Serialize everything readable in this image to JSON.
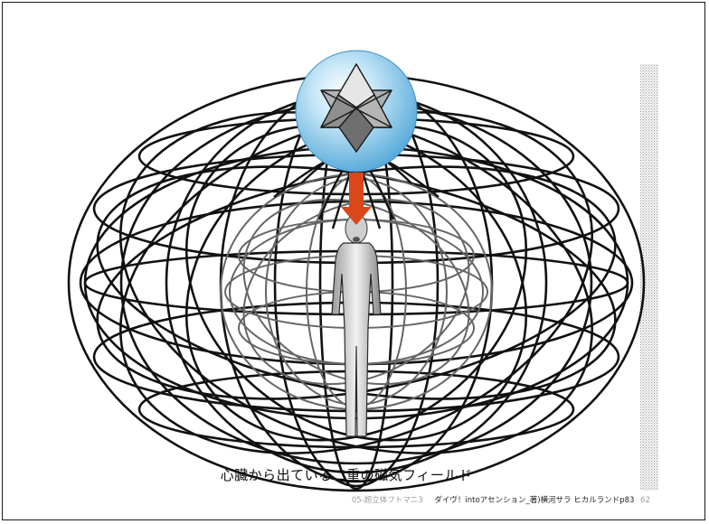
{
  "slide": {
    "caption": "心臓から出ている二重の磁気フィールド",
    "footer": {
      "section_label": "05-超立体フトマニ3",
      "credit": "ダイヴ！intoアセンション_著)横河サラ ヒカルランドp83",
      "page_number": "62"
    }
  },
  "colors": {
    "sphere_blue": "#7ec6ec",
    "arrow_red": "#d9471b",
    "wire_black": "#111111"
  }
}
